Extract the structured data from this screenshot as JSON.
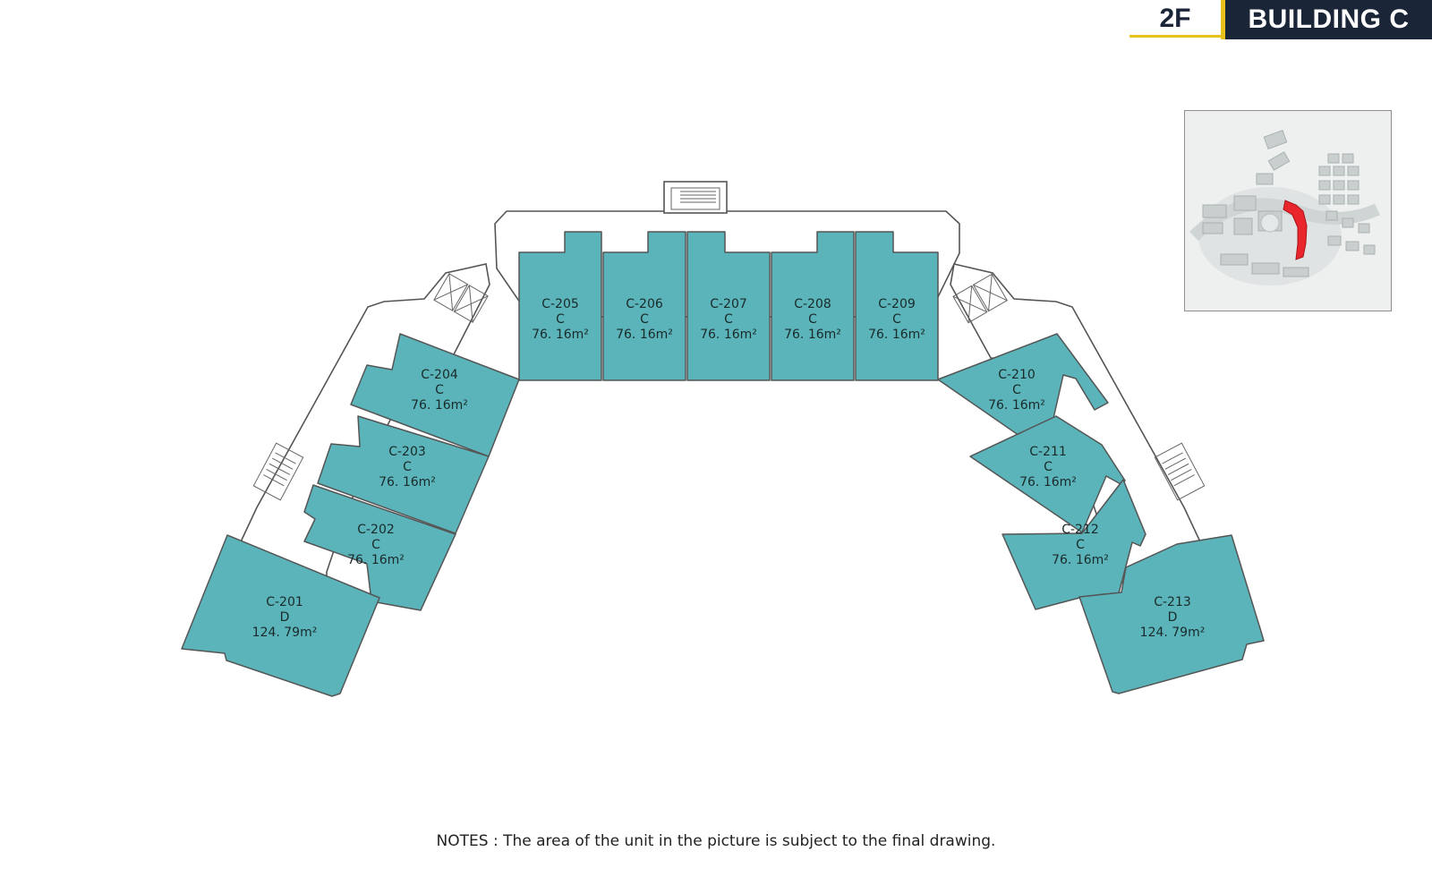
{
  "header": {
    "floor": "2F",
    "building": "BUILDING C"
  },
  "colors": {
    "unit_fill": "#5ab4ba",
    "wall": "#555555",
    "highlight": "#e8262b",
    "accent": "#e8c21a",
    "header_bg": "#1b2538"
  },
  "units": [
    {
      "id": "C-201",
      "type": "D",
      "area": "124. 79m²"
    },
    {
      "id": "C-202",
      "type": "C",
      "area": "76. 16m²"
    },
    {
      "id": "C-203",
      "type": "C",
      "area": "76. 16m²"
    },
    {
      "id": "C-204",
      "type": "C",
      "area": "76. 16m²"
    },
    {
      "id": "C-205",
      "type": "C",
      "area": "76. 16m²"
    },
    {
      "id": "C-206",
      "type": "C",
      "area": "76. 16m²"
    },
    {
      "id": "C-207",
      "type": "C",
      "area": "76. 16m²"
    },
    {
      "id": "C-208",
      "type": "C",
      "area": "76. 16m²"
    },
    {
      "id": "C-209",
      "type": "C",
      "area": "76. 16m²"
    },
    {
      "id": "C-210",
      "type": "C",
      "area": "76. 16m²"
    },
    {
      "id": "C-211",
      "type": "C",
      "area": "76. 16m²"
    },
    {
      "id": "C-212",
      "type": "C",
      "area": "76. 16m²"
    },
    {
      "id": "C-213",
      "type": "D",
      "area": "124. 79m²"
    }
  ],
  "notes": "NOTES : The area of the unit in the picture is subject to the final drawing."
}
